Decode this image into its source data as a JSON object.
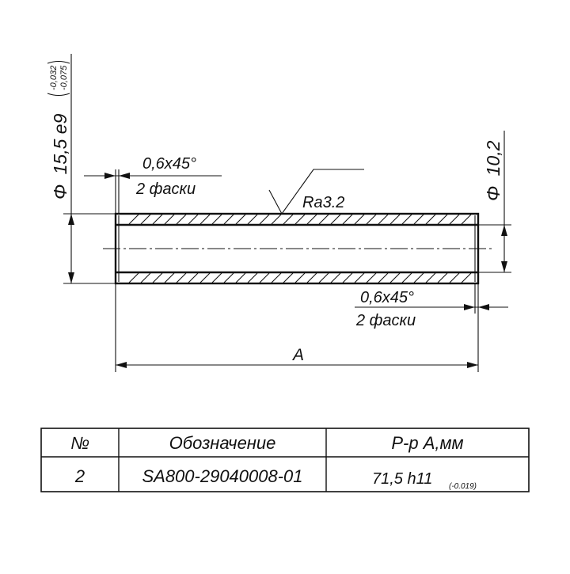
{
  "drawing": {
    "outer_diameter": {
      "symbol": "Φ",
      "value": "15,5 e9",
      "tol_upper": "-0,032",
      "tol_lower": "-0,075"
    },
    "inner_diameter": {
      "symbol": "Φ",
      "value": "10,2"
    },
    "chamfer_left": {
      "size": "0,6x45°",
      "count": "2 фаски"
    },
    "chamfer_right": {
      "size": "0,6x45°",
      "count": "2 фаски"
    },
    "roughness": "Ra3.2",
    "length_label": "A"
  },
  "table": {
    "headers": [
      "№",
      "Обозначение",
      "Р-р А,мм"
    ],
    "rows": [
      {
        "num": "2",
        "designation": "SA800-29040008-01",
        "size_value": "71,5 h11",
        "size_tol": "(-0.019)"
      }
    ]
  }
}
